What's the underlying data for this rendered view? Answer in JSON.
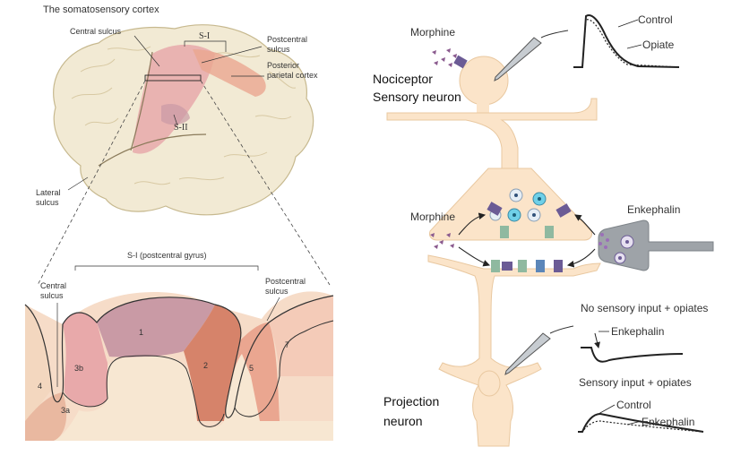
{
  "left": {
    "title": "The somatosensory cortex",
    "central_sulcus": "Central sulcus",
    "s1": "S-I",
    "postcentral_sulcus_line1": "Postcentral",
    "postcentral_sulcus_line2": "sulcus",
    "posterior_parietal_line1": "Posterior",
    "posterior_parietal_line2": "parietal cortex",
    "s2": "S-II",
    "lateral_sulcus_line1": "Lateral",
    "lateral_sulcus_line2": "sulcus",
    "section_title": "S-I (postcentral gyrus)",
    "section_central_line1": "Central",
    "section_central_line2": "sulcus",
    "section_postcentral_line1": "Postcentral",
    "section_postcentral_line2": "sulcus",
    "areas": {
      "a1": "1",
      "a2": "2",
      "a3b": "3b",
      "a3a": "3a",
      "a4": "4",
      "a5": "5",
      "a7": "7"
    }
  },
  "right": {
    "morphine_top": "Morphine",
    "nociceptor_line1": "Nociceptor",
    "nociceptor_line2": "Sensory neuron",
    "control_top": "Control",
    "opiate": "Opiate",
    "morphine_mid": "Morphine",
    "enkephalin_neuron": "Enkephalin",
    "no_input_title": "No sensory input + opiates",
    "enkephalin_trace": "Enkephalin",
    "projection_line1": "Projection",
    "projection_line2": "neuron",
    "with_input_title": "Sensory input + opiates",
    "control_bottom": "Control",
    "enkephalin_bottom": "Enkephalin"
  },
  "colors": {
    "neuron_fill": "#fbe4c9",
    "neuron_stroke": "#e9c8a0",
    "brain_fill": "#f2ead4",
    "cortex_area_1": "#c99aa5",
    "cortex_area_2": "#d6836a",
    "cortex_area_3b": "#e8a9aa",
    "cortex_area_5": "#eaa690",
    "cortex_area_7": "#f4cbb8",
    "receptor_purple": "#6b5b95",
    "receptor_green": "#8fb9a0",
    "receptor_blue": "#5b86b9",
    "enkephalin_neuron_fill": "#9ea3a8"
  }
}
